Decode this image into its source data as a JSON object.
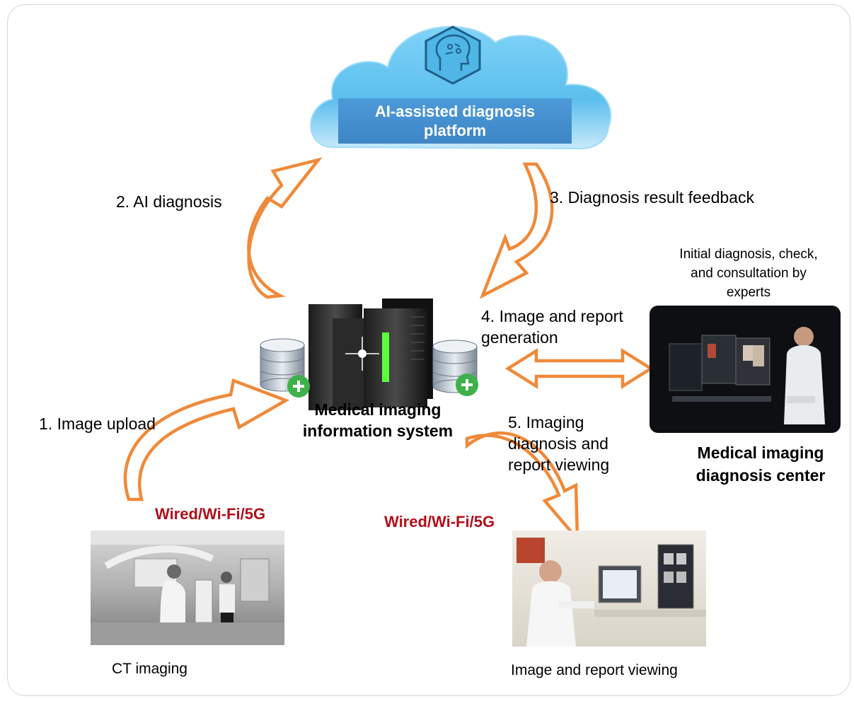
{
  "cloud": {
    "title": "AI-assisted diagnosis platform",
    "title_line1": "AI-assisted diagnosis",
    "title_line2": "platform",
    "icon": "ai-head-icon"
  },
  "steps": {
    "s1": "1. Image upload",
    "s2": "2. AI diagnosis",
    "s3": "3. Diagnosis result feedback",
    "s4_line1": "4. Image and report",
    "s4_line2": "generation",
    "s5_line1": "5. Imaging",
    "s5_line2": "diagnosis and",
    "s5_line3": "report viewing"
  },
  "system": {
    "line1": "Medical imaging",
    "line2": "information system"
  },
  "center": {
    "note_line1": "Initial diagnosis, check,",
    "note_line2": "and consultation by",
    "note_line3": "experts",
    "name_line1": "Medical imaging",
    "name_line2": "diagnosis center"
  },
  "network": {
    "left": "Wired/Wi-Fi/5G",
    "right": "Wired/Wi-Fi/5G"
  },
  "captions": {
    "ct": "CT imaging",
    "viewing": "Image and report viewing"
  },
  "colors": {
    "arrow": "#ef8a3a",
    "cloud": "#5cbfee",
    "platform": "#4a93d3",
    "network_text": "#b0101a"
  }
}
